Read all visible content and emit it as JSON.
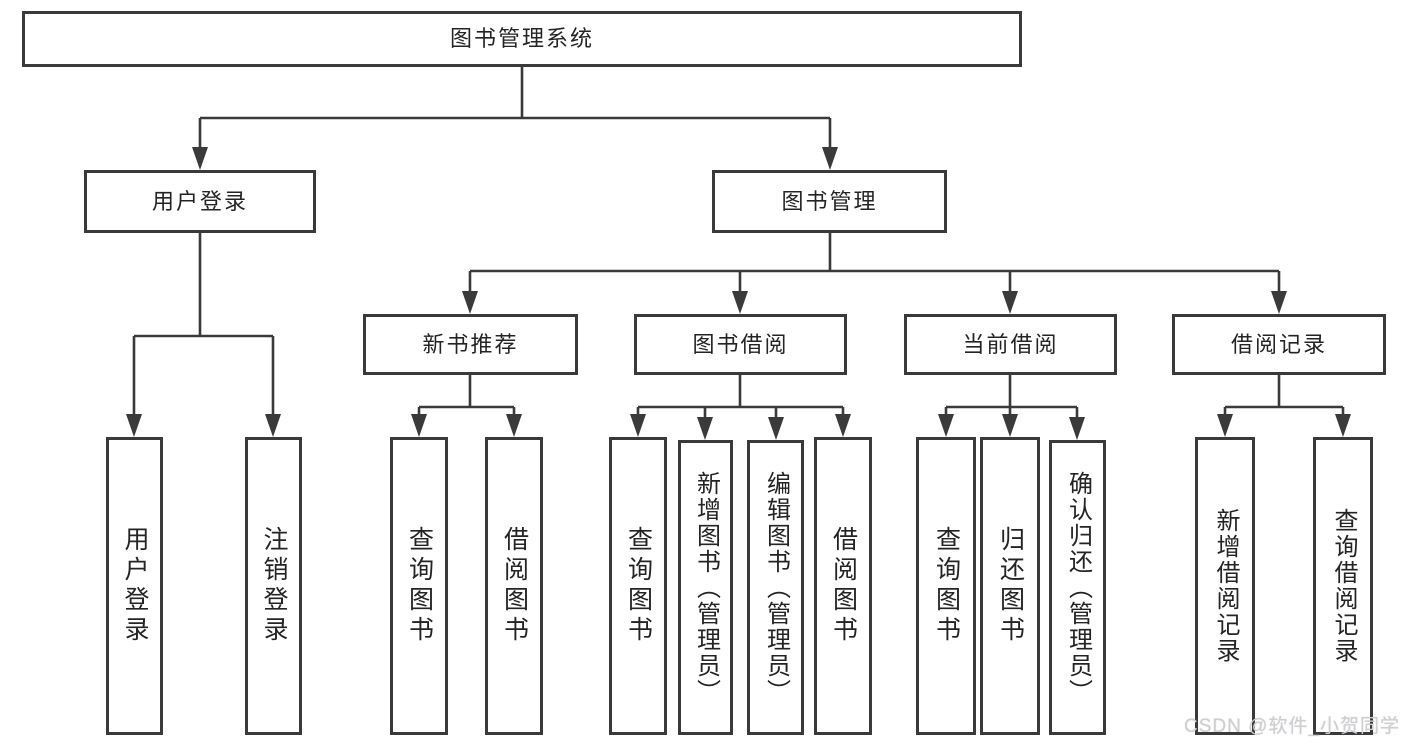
{
  "diagram": {
    "type": "hierarchy-flowchart",
    "tree": {
      "root": {
        "label": "图书管理系统",
        "children": [
          {
            "label": "用户登录",
            "children": [
              {
                "label": "用户登录"
              },
              {
                "label": "注销登录"
              }
            ]
          },
          {
            "label": "图书管理",
            "children": [
              {
                "label": "新书推荐",
                "children": [
                  {
                    "label": "查询图书"
                  },
                  {
                    "label": "借阅图书"
                  }
                ]
              },
              {
                "label": "图书借阅",
                "children": [
                  {
                    "label": "查询图书"
                  },
                  {
                    "label": "新增图书（管理员）"
                  },
                  {
                    "label": "编辑图书（管理员）"
                  },
                  {
                    "label": "借阅图书"
                  }
                ]
              },
              {
                "label": "当前借阅",
                "children": [
                  {
                    "label": "查询图书"
                  },
                  {
                    "label": "归还图书"
                  },
                  {
                    "label": "确认归还（管理员）"
                  }
                ]
              },
              {
                "label": "借阅记录",
                "children": [
                  {
                    "label": "新增借阅记录"
                  },
                  {
                    "label": "查询借阅记录"
                  }
                ]
              }
            ]
          }
        ]
      }
    },
    "colors": {
      "line": "#3a3a3a",
      "box_border": "#3a3a3a",
      "box_fill": "#ffffff",
      "text": "#242424",
      "watermark": "#cfcfd2",
      "background": "#ffffff"
    }
  },
  "watermark": "CSDN @软件_小贺同学"
}
